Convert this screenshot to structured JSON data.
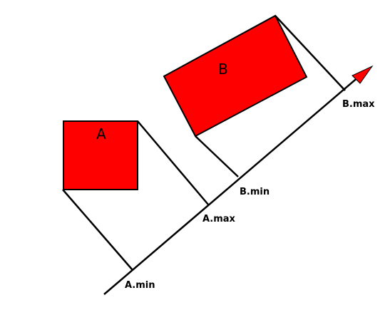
{
  "shapes": {
    "a": {
      "label": "A",
      "fill": "#ff0000"
    },
    "b": {
      "label": "B",
      "fill": "#ff0000"
    }
  },
  "axis": {
    "labels": {
      "a_min": "A.min",
      "a_max": "A.max",
      "b_min": "B.min",
      "b_max": "B.max"
    },
    "arrow_color": "#ff0000"
  }
}
